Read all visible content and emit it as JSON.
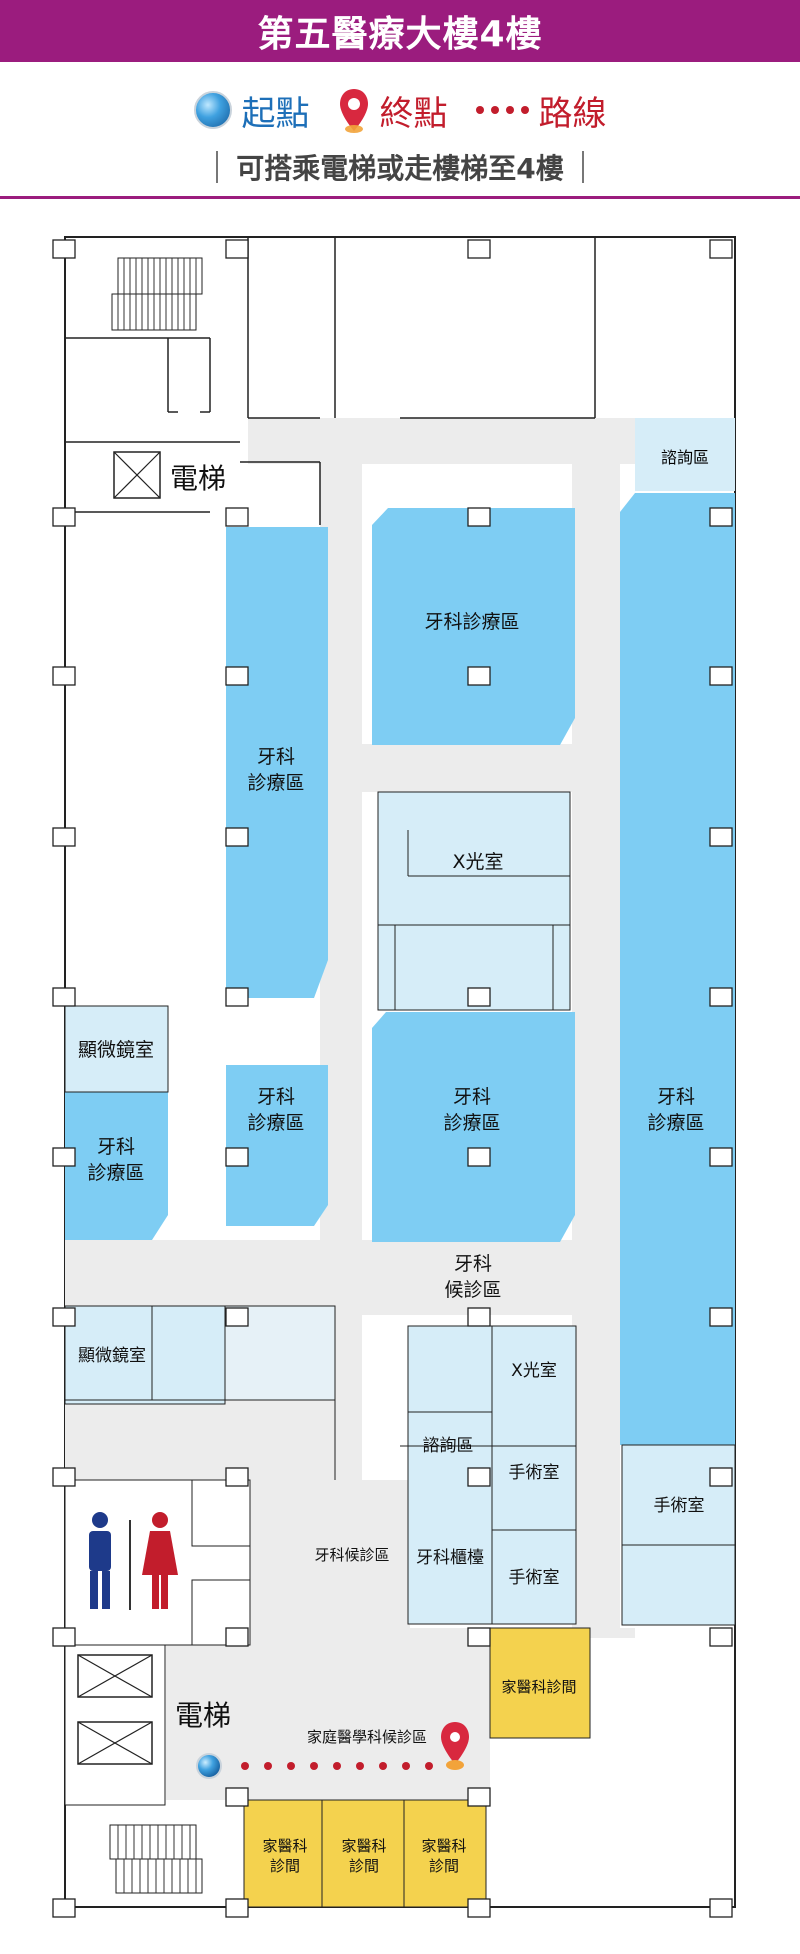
{
  "header": {
    "title": "第五醫療大樓4樓"
  },
  "legend": {
    "start_label": "起點",
    "end_label": "終點",
    "route_label": "路線"
  },
  "subtitle": "可搭乘電梯或走樓梯至4樓",
  "colors": {
    "accent": "#9b1c7e",
    "zone_dark": "#7ecdf3",
    "zone_light": "#d6edf8",
    "zone_yellow": "#f4d24e",
    "corridor": "#ececec",
    "route": "#c21d2c"
  },
  "map": {
    "elevator_top": "電梯",
    "elevator_bottom": "電梯",
    "consult_top": "諮詢區",
    "dental_main": "牙科診療區",
    "dental_left_col": [
      "牙科",
      "診療區"
    ],
    "dental_right_col": [
      "牙科",
      "診療區"
    ],
    "dental_small_left": [
      "牙科",
      "診療區"
    ],
    "dental_small_mid": [
      "牙科",
      "診療區"
    ],
    "dental_mid2": [
      "牙科",
      "診療區"
    ],
    "xray_top": "X光室",
    "microscope_1": "顯微鏡室",
    "microscope_2": "顯微鏡室",
    "dental_wait": [
      "牙科",
      "候診區"
    ],
    "xray_2": "X光室",
    "consult_2": "諮詢區",
    "surgery_1": "手術室",
    "surgery_2": "手術室",
    "surgery_3": "手術室",
    "dental_counter": "牙科櫃檯",
    "dental_wait_small": "牙科候診區",
    "family_wait": "家庭醫學科候診區",
    "family_room_right": "家醫科診間",
    "family_rooms": [
      [
        "家醫科",
        "診間"
      ],
      [
        "家醫科",
        "診間"
      ],
      [
        "家醫科",
        "診間"
      ]
    ]
  }
}
